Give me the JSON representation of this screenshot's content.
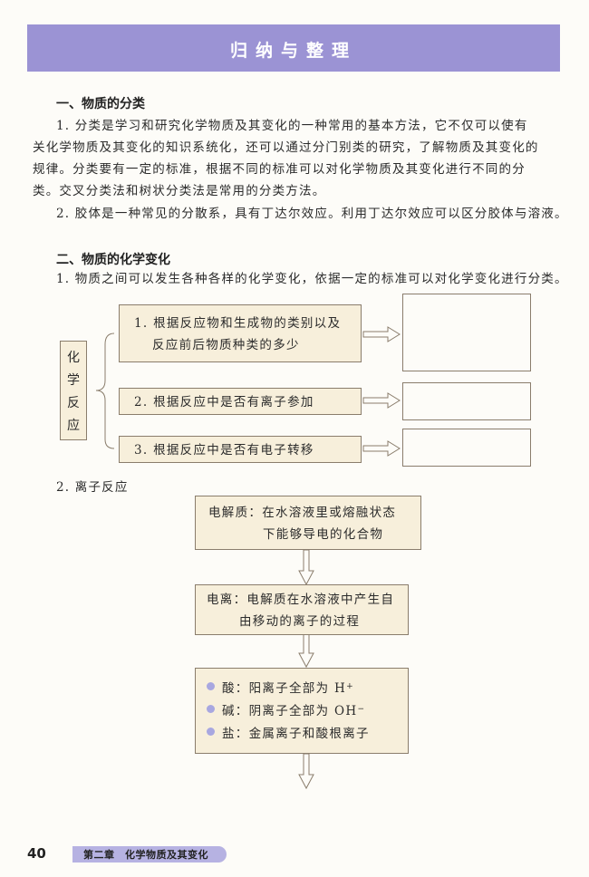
{
  "banner": {
    "title": "归纳与整理"
  },
  "section1": {
    "heading": "一、物质的分类",
    "para1_lines": [
      "1. 分类是学习和研究化学物质及其变化的一种常用的基本方法，它不仅可以使有",
      "关化学物质及其变化的知识系统化，还可以通过分门别类的研究，了解物质及其变化的",
      "规律。分类要有一定的标准，根据不同的标准可以对化学物质及其变化进行不同的分",
      "类。交叉分类法和树状分类法是常用的分类方法。"
    ],
    "para2": "2. 胶体是一种常见的分散系，具有丁达尔效应。利用丁达尔效应可以区分胶体与溶液。"
  },
  "section2": {
    "heading": "二、物质的化学变化",
    "intro": "1. 物质之间可以发生各种各样的化学变化，依据一定的标准可以对化学变化进行分类。",
    "vertical_label": [
      "化",
      "学",
      "反",
      "应"
    ],
    "criteria": [
      {
        "line1": "1. 根据反应物和生成物的类别以及",
        "line2": "反应前后物质种类的多少"
      },
      {
        "line1": "2. 根据反应中是否有离子参加"
      },
      {
        "line1": "3. 根据反应中是否有电子转移"
      }
    ],
    "ionic_label": "2. 离子反应",
    "flow": {
      "electrolyte_line1": "电解质：在水溶液里或熔融状态",
      "electrolyte_line2": "下能够导电的化合物",
      "ionization_line1": "电离：电解质在水溶液中产生自",
      "ionization_line2": "由移动的离子的过程",
      "bullets": [
        {
          "text": "酸：阳离子全部为 H",
          "sup": "+"
        },
        {
          "text": "碱：阴离子全部为 OH",
          "sup": "−"
        },
        {
          "text": "盐：金属离子和酸根离子",
          "sup": ""
        }
      ]
    }
  },
  "footer": {
    "page_number": "40",
    "chapter": "第二章　化学物质及其变化"
  },
  "colors": {
    "banner": "#9b93d4",
    "box_fill": "#f7efdb",
    "bullet": "#a8a7e0",
    "footer_tab": "#b6b2e2"
  }
}
